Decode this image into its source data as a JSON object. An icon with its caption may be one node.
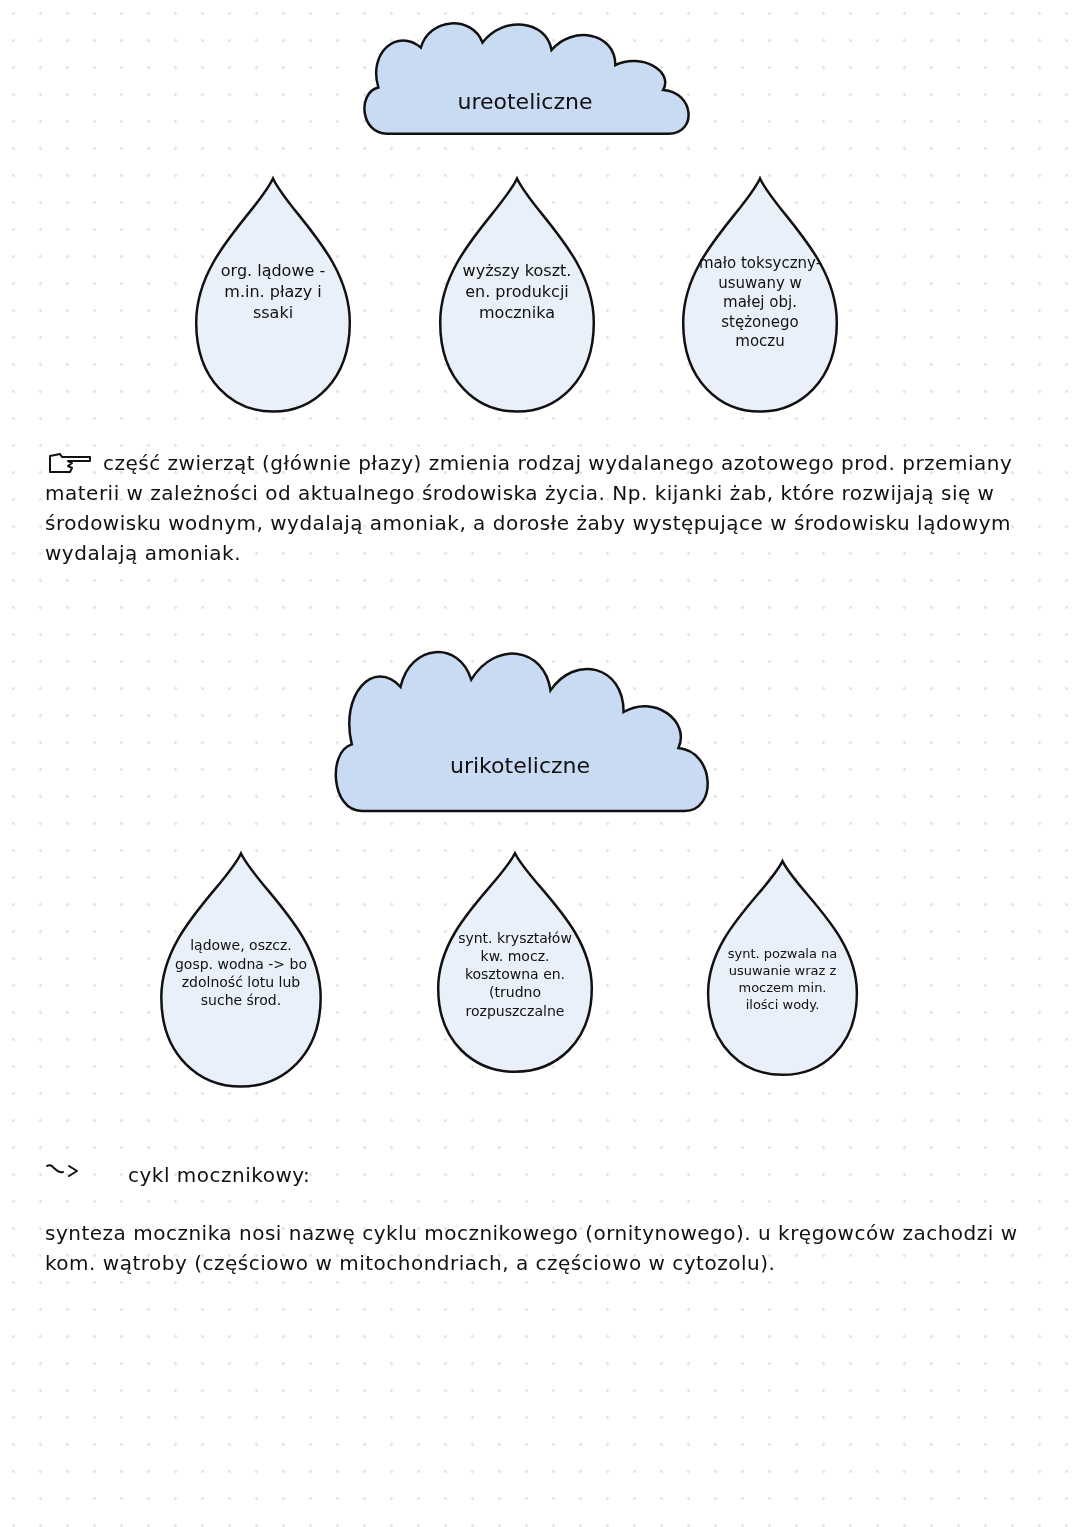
{
  "diagram": {
    "nodes": [
      {
        "text": [
          "ureoteliczne"
        ]
      },
      {
        "text": [
          "org. lądowe - m.in. płazy i ssaki"
        ]
      },
      {
        "text": [
          "wyższy koszt. en. produkcji mocznika"
        ]
      },
      {
        "text": [
          "mało toksyczny- usuwany w małej obj. stężonego moczu"
        ]
      },
      {
        "text": [
          "urikoteliczne"
        ]
      },
      {
        "text": [
          "lądowe, oszcz. gosp. wodna -> bo zdolność lotu lub suche środ."
        ]
      },
      {
        "text": [
          "synt. kryształów kw. mocz. kosztowna en. (trudno rozpuszczalne"
        ]
      },
      {
        "text": [
          "synt. pozwala na usuwanie wraz z moczem min. ilości wody."
        ]
      }
    ],
    "edges": [],
    "labels": [
      "część zwierząt (głównie płazy) zmienia rodzaj wydalanego azotowego prod. przemiany materii w zależności od aktualnego środowiska życia. Np. kijanki żab, które rozwijają się w środowisku wodnym, wydalają amoniak, a dorosłe żaby występujące w środowisku lądowym wydalają amoniak.",
      "cykl mocznikowy:",
      "synteza mocznika nosi nazwę cyklu mocznikowego (ornitynowego). u kręgowców zachodzi w kom. wątroby (częściowo w mitochondriach, a częściowo w cytozolu)."
    ]
  }
}
